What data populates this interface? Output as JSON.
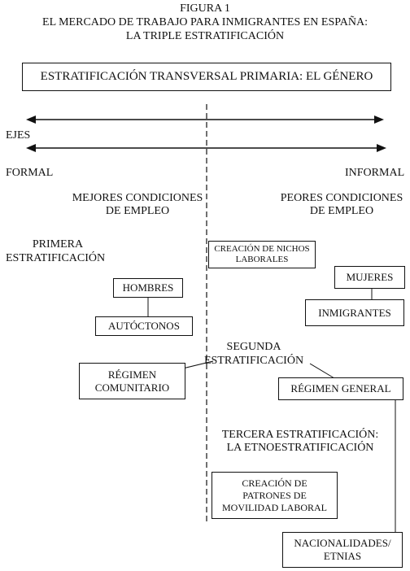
{
  "figure": {
    "number": "FIGURA 1",
    "title_line1": "EL MERCADO DE TRABAJO PARA INMIGRANTES EN ESPAÑA:",
    "title_line2": "LA TRIPLE ESTRATIFICACIÓN"
  },
  "header_box": "ESTRATIFICACIÓN TRANSVERSAL PRIMARIA: EL GÉNERO",
  "axes": {
    "label": "EJES",
    "left": "FORMAL",
    "right": "INFORMAL",
    "left_conditions_line1": "MEJORES CONDICIONES",
    "left_conditions_line2": "DE EMPLEO",
    "right_conditions_line1": "PEORES CONDICIONES",
    "right_conditions_line2": "DE EMPLEO"
  },
  "first": {
    "label_line1": "PRIMERA",
    "label_line2": "ESTRATIFICACIÓN",
    "niches_line1": "CREACIÓN DE NICHOS",
    "niches_line2": "LABORALES",
    "men": "HOMBRES",
    "natives": "AUTÓCTONOS",
    "women": "MUJERES",
    "immigrants": "INMIGRANTES"
  },
  "second": {
    "label_line1": "SEGUNDA",
    "label_line2": "ESTRATIFICACIÓN",
    "community_line1": "RÉGIMEN",
    "community_line2": "COMUNITARIO",
    "general": "RÉGIMEN GENERAL"
  },
  "third": {
    "label_line1": "TERCERA ESTRATIFICACIÓN:",
    "label_line2": "LA ETNOESTRATIFICACIÓN",
    "mobility_line1": "CREACIÓN DE",
    "mobility_line2": "PATRONES DE",
    "mobility_line3": "MOVILIDAD LABORAL",
    "nationalities_line1": "NACIONALIDADES/",
    "nationalities_line2": "ETNIAS"
  }
}
